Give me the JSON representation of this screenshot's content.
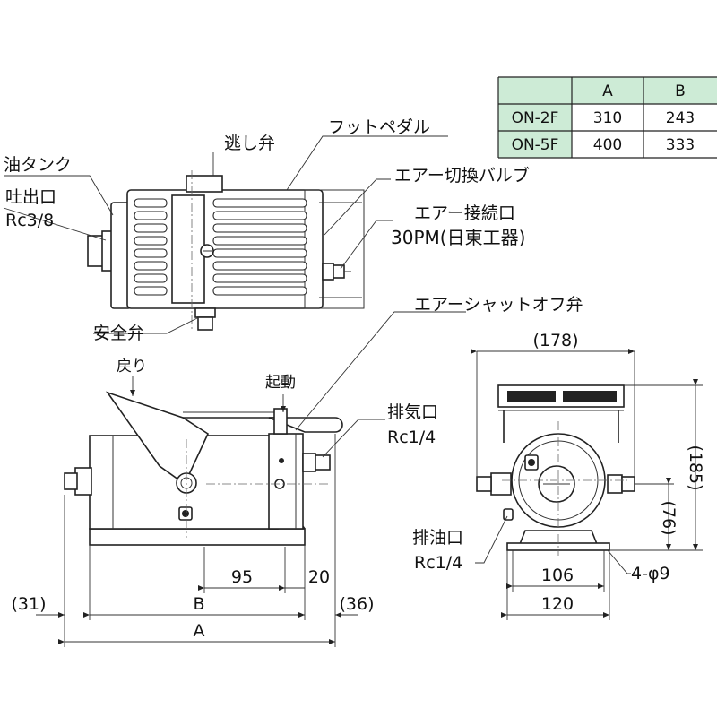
{
  "table": {
    "header": [
      "",
      "A",
      "B"
    ],
    "rows": [
      [
        "ON-2F",
        "310",
        "243"
      ],
      [
        "ON-5F",
        "400",
        "333"
      ]
    ],
    "header_color": "#cdebd6"
  },
  "labels": {
    "relief_valve": "逃し弁",
    "foot_pedal": "フットペダル",
    "oil_tank": "油タンク",
    "air_switch_valve": "エアー切換バルブ",
    "discharge_port": "吐出口",
    "discharge_size": "Rc3/8",
    "air_connect_port": "エアー接続口",
    "air_connect_spec": "30PM(日東工器)",
    "safety_valve": "安全弁",
    "air_shutoff_valve": "エアーシャットオフ弁",
    "return": "戻り",
    "start": "起動",
    "exhaust_port": "排気口",
    "exhaust_size": "Rc1/4",
    "drain_port": "排油口",
    "drain_size": "Rc1/4",
    "hole_spec": "4-φ9"
  },
  "dimensions": {
    "d178": "(178)",
    "d185": "(185)",
    "d76": "(76)",
    "d106": "106",
    "d120": "120",
    "d95": "95",
    "d20": "20",
    "d31": "(31)",
    "d36": "(36)",
    "dB": "B",
    "dA": "A"
  }
}
